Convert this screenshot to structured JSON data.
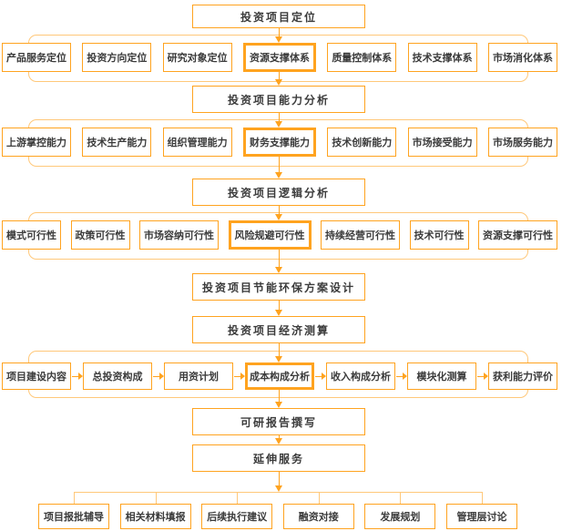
{
  "colors": {
    "box-border": "#FFA31F",
    "band-border": "#FFC87A",
    "arrow": "#FFA31F",
    "text": "#3B3B3B",
    "bg": "#FFFFFF"
  },
  "nodes": {
    "h1": "投资项目定位",
    "row1": [
      "产品服务定位",
      "投资方向定位",
      "研究对象定位",
      "资源支撑体系",
      "质量控制体系",
      "技术支撑体系",
      "市场消化体系"
    ],
    "h2": "投资项目能力分析",
    "row2": [
      "上游掌控能力",
      "技术生产能力",
      "组织管理能力",
      "财务支撑能力",
      "技术创新能力",
      "市场接受能力",
      "市场服务能力"
    ],
    "h3": "投资项目逻辑分析",
    "row3": [
      "模式可行性",
      "政策可行性",
      "市场容纳可行性",
      "风险规避可行性",
      "持续经营可行性",
      "技术可行性",
      "资源支撑可行性"
    ],
    "h4": "投资项目节能环保方案设计",
    "h5": "投资项目经济测算",
    "row4": [
      "项目建设内容",
      "总投资构成",
      "用资计划",
      "成本构成分析",
      "收入构成分析",
      "模块化测算",
      "获利能力评价"
    ],
    "h6": "可研报告撰写",
    "h7": "延伸服务",
    "row5": [
      "项目报批辅导",
      "相关材料填报",
      "后续执行建议",
      "融资对接",
      "发展规划",
      "管理层讨论"
    ]
  }
}
